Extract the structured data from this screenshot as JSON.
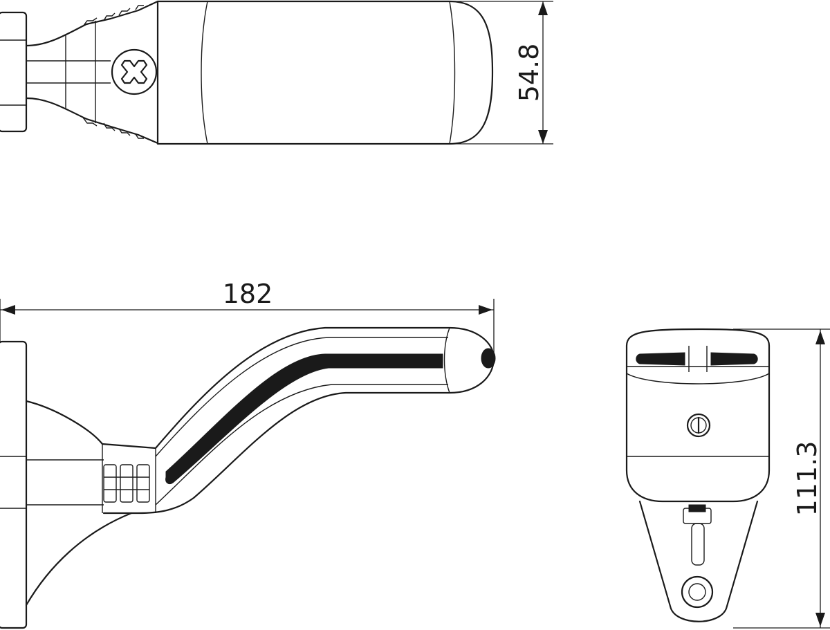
{
  "dimensions": {
    "width_top_view": "54.8",
    "length_side_view": "182",
    "height_front_view": "111.3"
  },
  "colors": {
    "line": "#1a1a1a",
    "background": "#ffffff"
  }
}
